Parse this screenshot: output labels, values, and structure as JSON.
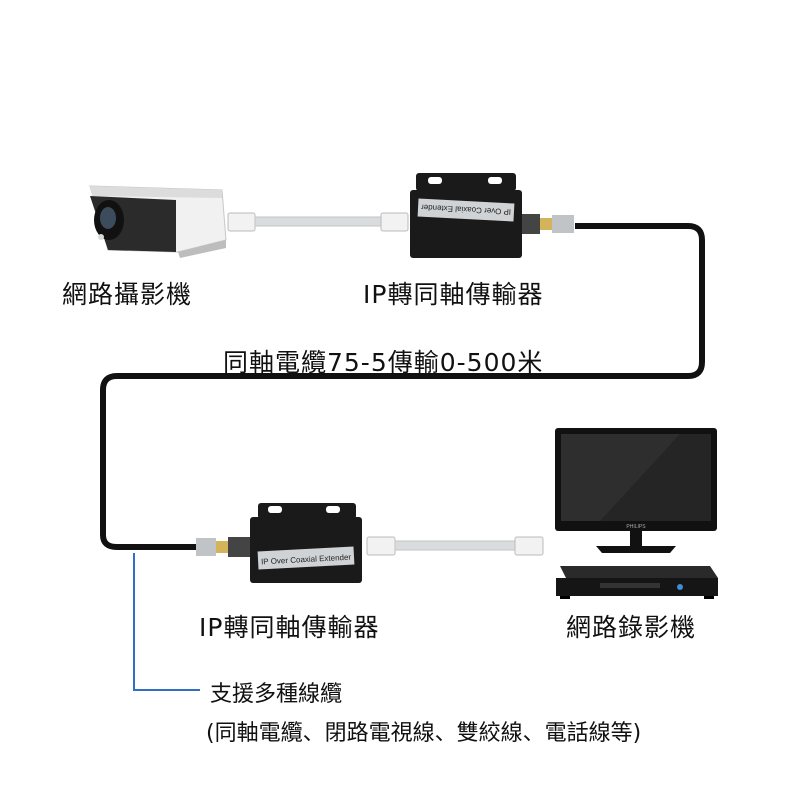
{
  "devices": {
    "camera_label": "網路攝影機",
    "extender_top_label": "IP轉同軸傳輸器",
    "extender_bottom_label": "IP轉同軸傳輸器",
    "recorder_label": "網路錄影機",
    "extender_plate_text": "IP Over Coaxial Extender",
    "monitor_brand": "PHILIPS"
  },
  "cable_note": "同軸電纜75-5傳輸0-500米",
  "support": {
    "title": "支援多種線纜",
    "detail": "(同軸電纜、閉路電視線、雙絞線、電話線等)"
  },
  "colors": {
    "coax_cable": "#111111",
    "ethernet_cable": "#d9dcdc",
    "callout_line": "#2f6fc4",
    "device_body": "#1a1a1a",
    "plate": "#cfd3d6"
  }
}
